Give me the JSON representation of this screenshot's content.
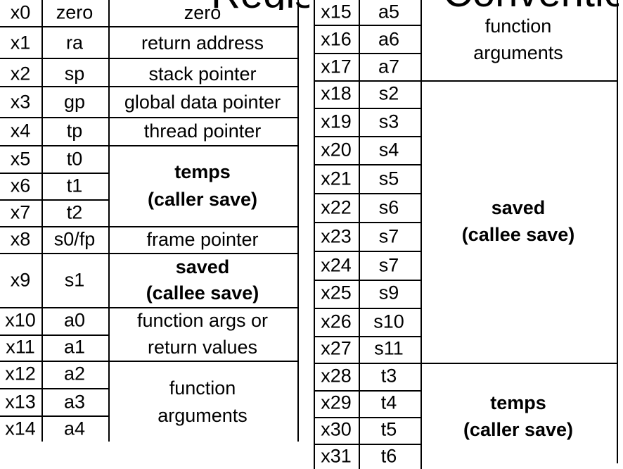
{
  "title_fragments": {
    "left": "Register",
    "right": "Conventions"
  },
  "left_table": {
    "rows": [
      {
        "reg": "x0",
        "abi": "zero"
      },
      {
        "reg": "x1",
        "abi": "ra"
      },
      {
        "reg": "x2",
        "abi": "sp"
      },
      {
        "reg": "x3",
        "abi": "gp"
      },
      {
        "reg": "x4",
        "abi": "tp"
      },
      {
        "reg": "x5",
        "abi": "t0"
      },
      {
        "reg": "x6",
        "abi": "t1"
      },
      {
        "reg": "x7",
        "abi": "t2"
      },
      {
        "reg": "x8",
        "abi": "s0/fp"
      },
      {
        "reg": "x9",
        "abi": "s1"
      },
      {
        "reg": "x10",
        "abi": "a0"
      },
      {
        "reg": "x11",
        "abi": "a1"
      },
      {
        "reg": "x12",
        "abi": "a2"
      },
      {
        "reg": "x13",
        "abi": "a3"
      },
      {
        "reg": "x14",
        "abi": "a4"
      }
    ],
    "descriptions": {
      "zero": "zero",
      "ra": "return address",
      "sp": "stack pointer",
      "gp": "global data pointer",
      "tp": "thread pointer",
      "temps": "temps",
      "temps_note": "(caller save)",
      "fp": "frame pointer",
      "saved": "saved",
      "saved_note": "(callee save)",
      "args_or_ret_1": "function args or",
      "args_or_ret_2": "return values",
      "func_args_1": "function",
      "func_args_2": "arguments"
    }
  },
  "right_table": {
    "rows": [
      {
        "reg": "x15",
        "abi": "a5"
      },
      {
        "reg": "x16",
        "abi": "a6"
      },
      {
        "reg": "x17",
        "abi": "a7"
      },
      {
        "reg": "x18",
        "abi": "s2"
      },
      {
        "reg": "x19",
        "abi": "s3"
      },
      {
        "reg": "x20",
        "abi": "s4"
      },
      {
        "reg": "x21",
        "abi": "s5"
      },
      {
        "reg": "x22",
        "abi": "s6"
      },
      {
        "reg": "x23",
        "abi": "s7"
      },
      {
        "reg": "x24",
        "abi": "s7"
      },
      {
        "reg": "x25",
        "abi": "s9"
      },
      {
        "reg": "x26",
        "abi": "s10"
      },
      {
        "reg": "x27",
        "abi": "s11"
      },
      {
        "reg": "x28",
        "abi": "t3"
      },
      {
        "reg": "x29",
        "abi": "t4"
      },
      {
        "reg": "x30",
        "abi": "t5"
      },
      {
        "reg": "x31",
        "abi": "t6"
      }
    ],
    "descriptions": {
      "func_args_1": "function",
      "func_args_2": "arguments",
      "saved": "saved",
      "saved_note": "(callee save)",
      "temps": "temps",
      "temps_note": "(caller save)"
    }
  }
}
